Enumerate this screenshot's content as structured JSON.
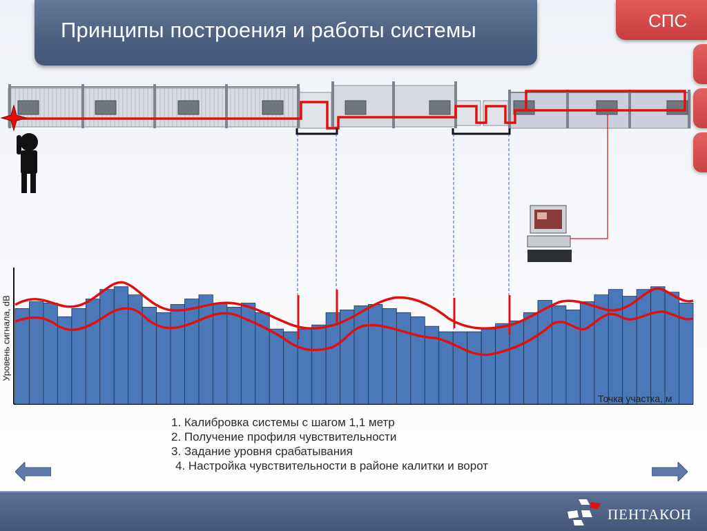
{
  "header": {
    "title": "Принципы построения и работы системы",
    "badge": "СПС"
  },
  "colors": {
    "header_bg": "#4b5f80",
    "accent_red": "#d93535",
    "bar_fill": "#4a78b8",
    "cable_red": "#e01010",
    "fence_gray": "#9ca3ad"
  },
  "chart_data": {
    "type": "bar",
    "ylabel": "Уровень сигнала, dB",
    "xlabel": "Точка участка, м",
    "values": [
      70,
      75,
      74,
      64,
      70,
      77,
      84,
      86,
      80,
      71,
      67,
      73,
      77,
      80,
      74,
      71,
      74,
      67,
      55,
      53,
      55,
      58,
      67,
      69,
      72,
      73,
      70,
      67,
      64,
      57,
      53,
      53,
      53,
      55,
      59,
      61,
      67,
      76,
      72,
      69,
      75,
      80,
      84,
      79,
      84,
      86,
      82,
      74
    ],
    "threshold_upper": "smooth upper trigger level with raised peaks",
    "threshold_lower": "smooth lower trigger level following bar profile",
    "gate_markers": [
      "wicket",
      "gate"
    ]
  },
  "scene": {
    "intruder_icon": "person-icon",
    "alarm_icon": "alarm-star-icon",
    "workstation_icon": "computer-icon"
  },
  "steps": [
    "1. Калибровка системы с шагом 1,1 метр",
    "2. Получение профиля чувствительности",
    "3. Задание уровня срабатывания",
    "4. Настройка чувствительности в районе калитки и ворот"
  ],
  "footer": {
    "logo": "ПЕНТАКОН"
  }
}
